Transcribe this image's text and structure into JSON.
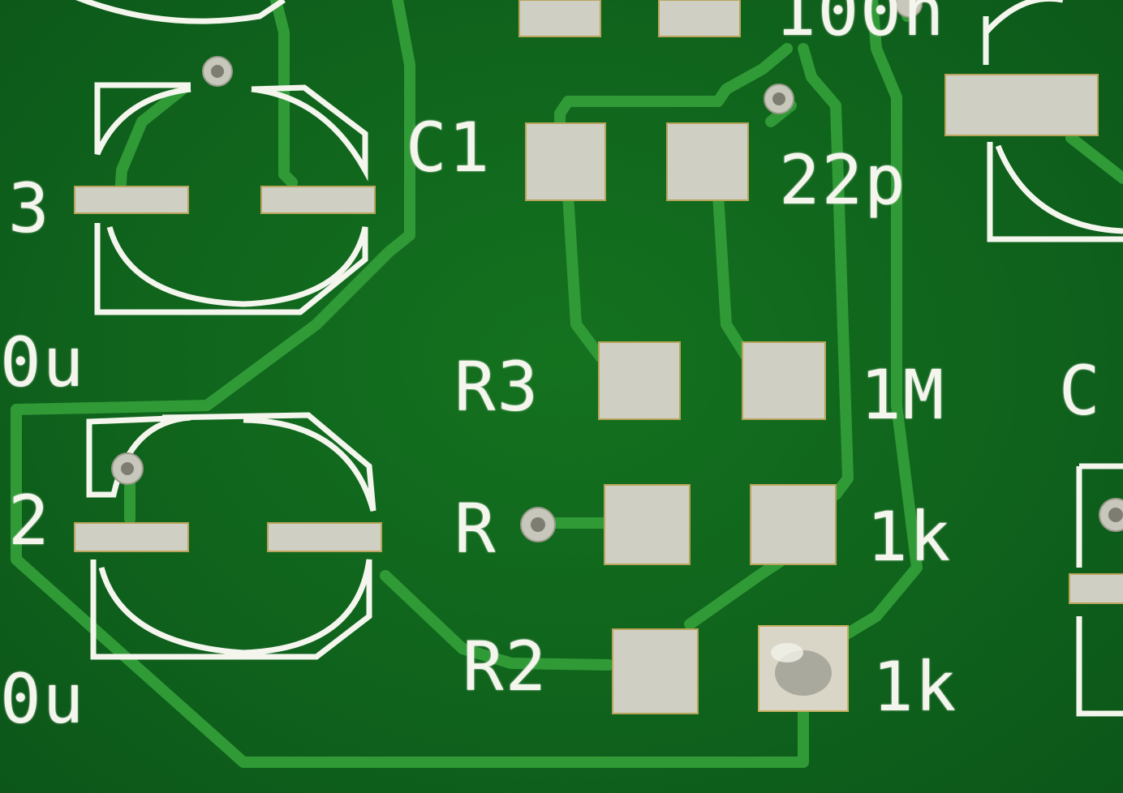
{
  "photo": {
    "subject": "Green printed circuit board close-up with SMD pads and silkscreen labels",
    "colors": {
      "soldermask": "#0f621c",
      "trace": "#2f9a36",
      "pad": "#cfcfc4",
      "silkscreen": "#f4f6ee",
      "via": "#bdbdb3"
    }
  },
  "labels": {
    "top_value": "100n",
    "c1_ref": "C1",
    "c1_value": "22p",
    "c3_ref_partial": "3",
    "c3_value_partial": "0u",
    "c2_ref_partial": "2",
    "c2_value_partial": "0u",
    "r3_ref": "R3",
    "r3_value": "1M",
    "r_ref": "R",
    "r_value": "1k",
    "r2_ref": "R2",
    "r2_value": "1k",
    "right_ref_partial": "C"
  }
}
